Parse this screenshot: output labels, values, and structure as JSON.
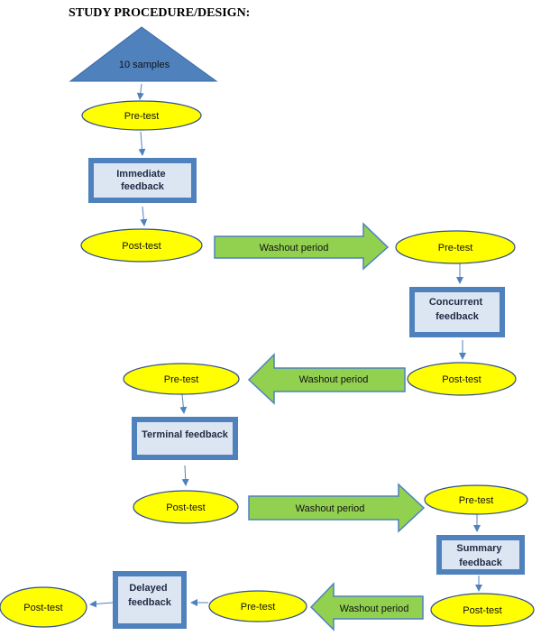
{
  "title": "STUDY PROCEDURE/DESIGN:",
  "start": "10 samples",
  "colors": {
    "ellipse_fill": "#ffff00",
    "ellipse_stroke": "#2f4f8f",
    "box_fill": "#dce6f2",
    "box_border": "#4f81bd",
    "arrow_fill": "#92d050",
    "arrow_stroke": "#4f81bd",
    "triangle_fill": "#4f81bd"
  },
  "nodes": {
    "pre1": "Pre-test",
    "imm": "Immediate\nfeedback",
    "post1": "Post-test",
    "pre2": "Pre-test",
    "conc": "Concurrent\nfeedback",
    "post2": "Post-test",
    "pre3": "Pre-test",
    "term": "Terminal feedback",
    "post3": "Post-test",
    "pre4": "Pre-test",
    "summ": "Summary\nfeedback",
    "post4": "Post-test",
    "pre5": "Pre-test",
    "delay": "Delayed\nfeedback",
    "post5": "Post-test"
  },
  "washout": {
    "w1": "Washout period",
    "w2": "Washout period",
    "w3": "Washout period",
    "w4": "Washout period"
  }
}
